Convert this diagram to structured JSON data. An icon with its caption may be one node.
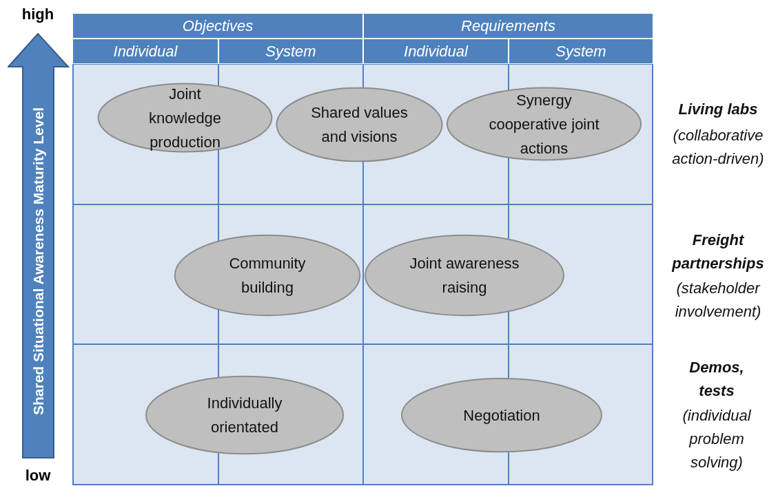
{
  "diagram": {
    "nodes": [
      {
        "text": [
          "Joint knowledge production"
        ]
      },
      {
        "text": [
          "Shared values and visions"
        ]
      },
      {
        "text": [
          "Synergy cooperative joint actions"
        ]
      },
      {
        "text": [
          "Community building"
        ]
      },
      {
        "text": [
          "Joint awareness raising"
        ]
      },
      {
        "text": [
          "Individually orientated"
        ]
      },
      {
        "text": [
          "Negotiation"
        ]
      }
    ],
    "edges": [],
    "labels": [
      "high",
      "Objectives",
      "Requirements",
      "Individual",
      "System",
      "Individual",
      "System",
      "Shared Situational Awareness Maturity Level",
      "Living labs",
      "(collaborative action-driven)",
      "Freight partnerships",
      "(stakeholder involvement)",
      "Demos, tests",
      "(individual problem solving)",
      "low"
    ]
  }
}
